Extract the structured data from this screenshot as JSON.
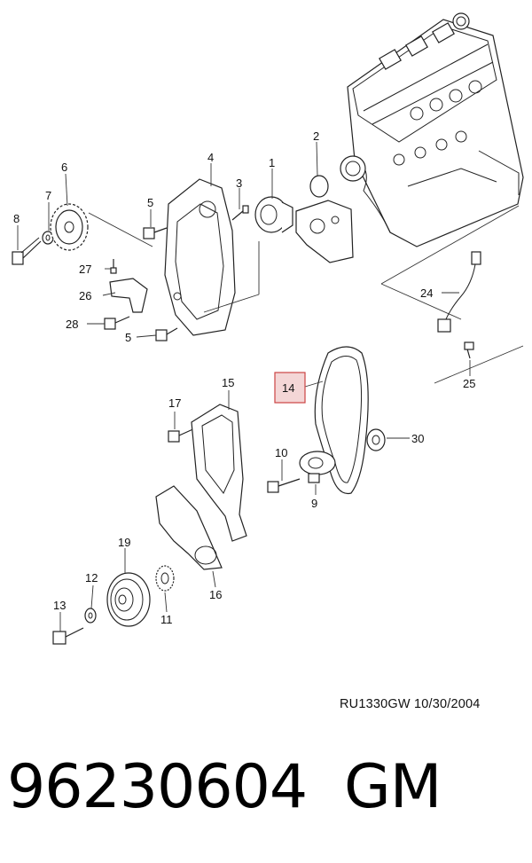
{
  "callouts": {
    "c1": "1",
    "c2": "2",
    "c3": "3",
    "c4": "4",
    "c5a": "5",
    "c5b": "5",
    "c6": "6",
    "c7": "7",
    "c8": "8",
    "c9": "9",
    "c10": "10",
    "c11": "11",
    "c12": "12",
    "c13": "13",
    "c14": "14",
    "c15": "15",
    "c16": "16",
    "c17": "17",
    "c19": "19",
    "c24": "24",
    "c25": "25",
    "c26": "26",
    "c27": "27",
    "c28": "28",
    "c30": "30"
  },
  "footer": {
    "drawing_code": "RU1330GW  10/30/2004",
    "part_number": "96230604",
    "brand": "GM"
  },
  "colors": {
    "highlight_fill": "#f4d6d6",
    "highlight_stroke": "#c44444",
    "line": "#222222"
  }
}
